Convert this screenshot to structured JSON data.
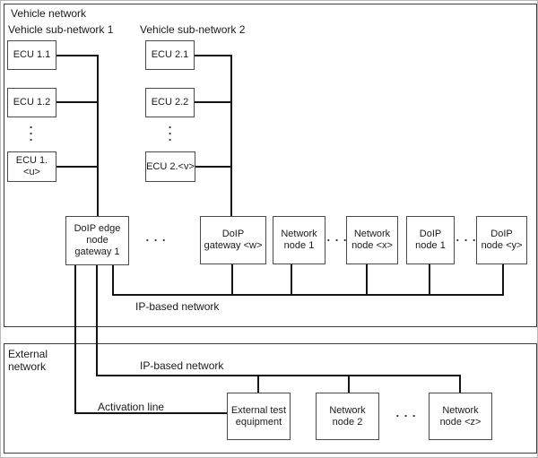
{
  "vehicle_network": {
    "title": "Vehicle network",
    "subnet1": {
      "title": "Vehicle sub-network 1",
      "ecus": {
        "first": "ECU 1.1",
        "second": "ECU 1.2",
        "last": "ECU 1.<u>"
      }
    },
    "subnet2": {
      "title": "Vehicle sub-network 2",
      "ecus": {
        "first": "ECU 2.1",
        "second": "ECU 2.2",
        "last": "ECU 2.<v>"
      }
    },
    "backbone": {
      "bus_label": "IP-based network",
      "nodes": {
        "doip_edge_node_gateway_1": "DoIP edge\nnode\ngateway 1",
        "doip_gateway_w": "DoIP\ngateway <w>",
        "network_node_1": "Network\nnode 1",
        "network_node_x": "Network\nnode <x>",
        "doip_node_1": "DoIP\nnode 1",
        "doip_node_y": "DoIP\nnode <y>"
      }
    }
  },
  "external_network": {
    "title": "External\nnetwork",
    "bus_label": "IP-based network",
    "activation_label": "Activation line",
    "nodes": {
      "external_test_equipment": "External test\nequipment",
      "network_node_2": "Network\nnode 2",
      "network_node_z": "Network\nnode <z>"
    }
  },
  "ellipsis": {
    "horizontal": ". . .",
    "vertical": ".\n.\n."
  },
  "colors": {
    "line": "#141414",
    "box_border": "#4a4a4a",
    "background": "#ffffff"
  }
}
